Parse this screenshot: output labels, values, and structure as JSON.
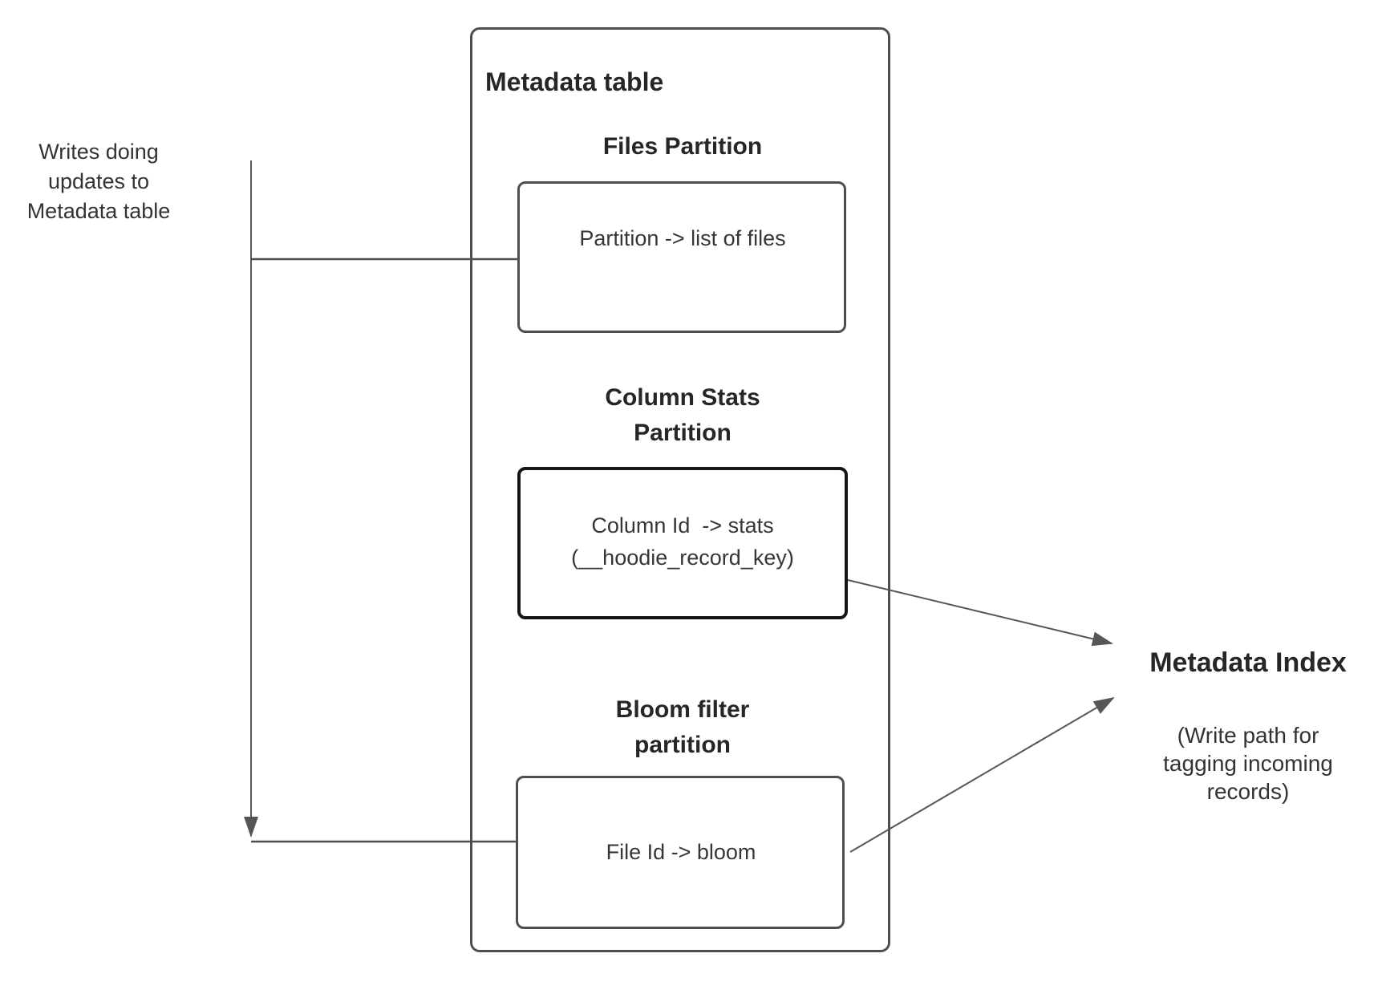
{
  "writes_note": {
    "text": "Writes doing\nupdates to\nMetadata table"
  },
  "metadata_table": {
    "title": "Metadata table",
    "partitions": [
      {
        "heading": "Files Partition",
        "mapping": "Partition -> list of files",
        "emphasized": false
      },
      {
        "heading": "Column Stats\nPartition",
        "mapping": "Column Id  -> stats\n(__hoodie_record_key)",
        "emphasized": true
      },
      {
        "heading": "Bloom filter\npartition",
        "mapping": "File Id -> bloom",
        "emphasized": false
      }
    ]
  },
  "metadata_index": {
    "title": "Metadata Index",
    "subtitle": "(Write path for\ntagging incoming\nrecords)"
  },
  "colors": {
    "background": "#ffffff",
    "box_border": "#4e4e4e",
    "emphasis_box_border": "#151515",
    "connector": "#565656",
    "heading_text": "#262626",
    "body_text": "#363636"
  }
}
